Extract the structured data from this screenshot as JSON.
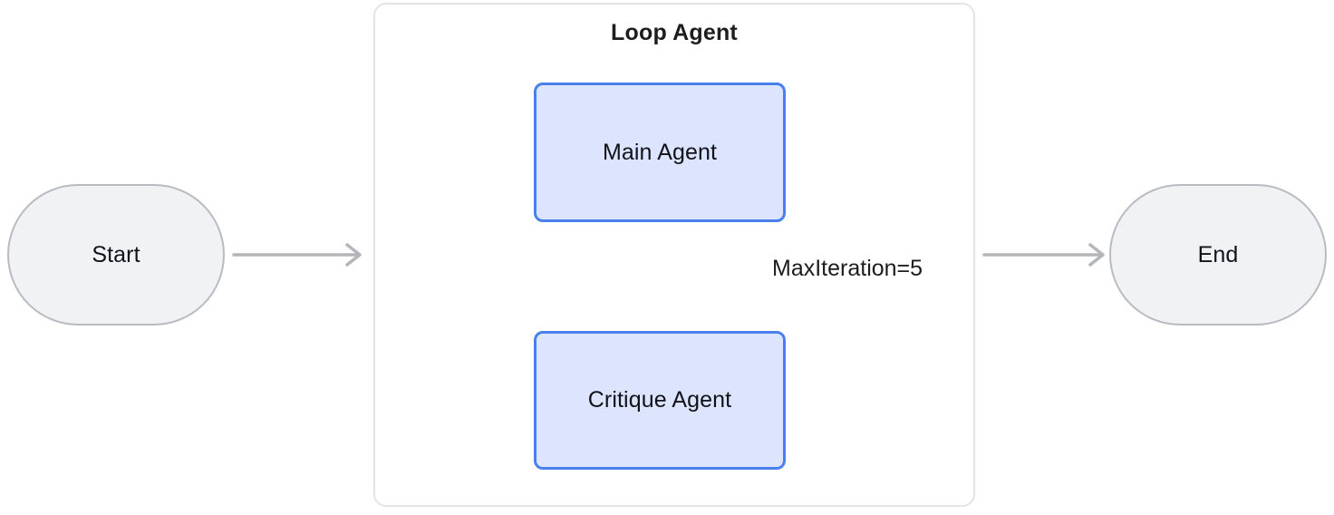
{
  "diagram": {
    "title_text": "Loop Agent",
    "type": "flowchart",
    "background_color": "#ffffff",
    "container": {
      "label": "Loop Agent",
      "border_color": "#e3e4e6",
      "fill_color": "#ffffff"
    },
    "nodes": [
      {
        "id": "start",
        "label": "Start",
        "shape": "stadium",
        "fill_color": "#f1f2f4",
        "border_color": "#b8bcc2"
      },
      {
        "id": "main-agent",
        "label": "Main Agent",
        "shape": "rounded-rect",
        "fill_color": "#dce5fd",
        "border_color": "#4a80ec"
      },
      {
        "id": "critique-agent",
        "label": "Critique Agent",
        "shape": "rounded-rect",
        "fill_color": "#dce5fd",
        "border_color": "#4a80ec"
      },
      {
        "id": "end",
        "label": "End",
        "shape": "stadium",
        "fill_color": "#f1f2f4",
        "border_color": "#b8bcc2"
      }
    ],
    "edges": [
      {
        "id": "start-to-loop",
        "from": "start",
        "to": "loop-agent-container",
        "label": "",
        "color": "#b4b6ba",
        "arrowhead": "open"
      },
      {
        "id": "main-to-critique",
        "from": "main-agent",
        "to": "critique-agent",
        "label": "",
        "color": "#b4b6ba",
        "arrowhead": "open"
      },
      {
        "id": "critique-to-main-loopback",
        "from": "critique-agent",
        "to": "main-agent",
        "label": "MaxIteration=5",
        "color": "#b4b6ba",
        "arrowhead": "open"
      },
      {
        "id": "loop-to-end",
        "from": "loop-agent-container",
        "to": "end",
        "label": "",
        "color": "#b4b6ba",
        "arrowhead": "open"
      }
    ],
    "edge_label": "MaxIteration=5"
  }
}
